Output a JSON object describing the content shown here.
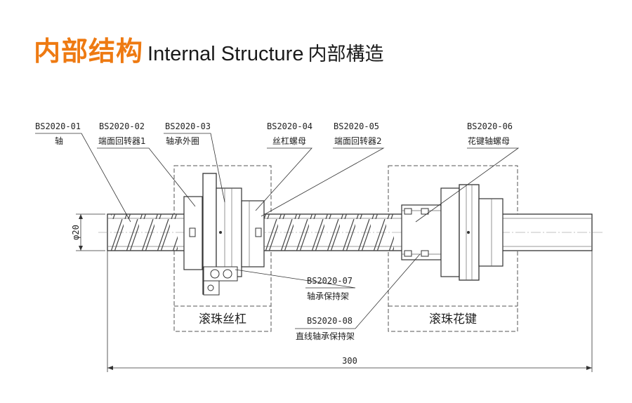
{
  "header": {
    "title_cn": "内部结构",
    "title_en": "Internal Structure",
    "title_cn2": "内部構造"
  },
  "callouts": [
    {
      "code": "BS2020-01",
      "name": "轴"
    },
    {
      "code": "BS2020-02",
      "name": "端面回转器1"
    },
    {
      "code": "BS2020-03",
      "name": "轴承外圈"
    },
    {
      "code": "BS2020-04",
      "name": "丝杠螺母"
    },
    {
      "code": "BS2020-05",
      "name": "端面回转器2"
    },
    {
      "code": "BS2020-06",
      "name": "花键轴螺母"
    },
    {
      "code": "BS2020-07",
      "name": "轴承保持架"
    },
    {
      "code": "BS2020-08",
      "name": "直线轴承保持架"
    }
  ],
  "sections": {
    "ball_screw": "滚珠丝杠",
    "ball_spline": "滚珠花键"
  },
  "dimensions": {
    "diameter": "φ20",
    "length": "300"
  },
  "colors": {
    "accent": "#ee7a12",
    "line": "#333333"
  }
}
